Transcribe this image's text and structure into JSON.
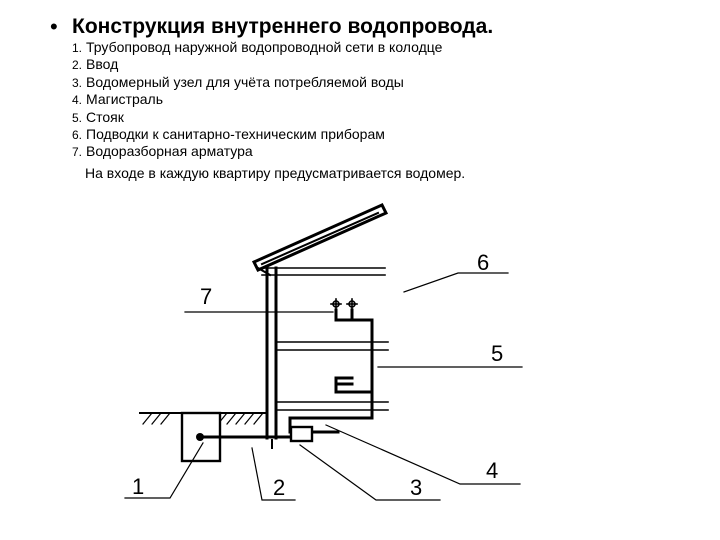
{
  "slide": {
    "bullet": "•",
    "title": "Конструкция внутреннего водопровода.",
    "items": [
      {
        "num": "1.",
        "text": "Трубопровод наружной водопроводной сети в колодце"
      },
      {
        "num": "2.",
        "text": "Ввод"
      },
      {
        "num": "3.",
        "text": "Водомерный узел для учёта потребляемой воды"
      },
      {
        "num": "4.",
        "text": "Магистраль"
      },
      {
        "num": "5.",
        "text": "Стояк"
      },
      {
        "num": "6.",
        "text": "Подводки к санитарно-техническим приборам"
      },
      {
        "num": "7.",
        "text": "Водоразборная арматура"
      }
    ],
    "note": "На входе в каждую квартиру предусматривается водомер."
  },
  "diagram": {
    "labels": {
      "l1": "1",
      "l2": "2",
      "l3": "3",
      "l4": "4",
      "l5": "5",
      "l6": "6",
      "l7": "7"
    }
  }
}
